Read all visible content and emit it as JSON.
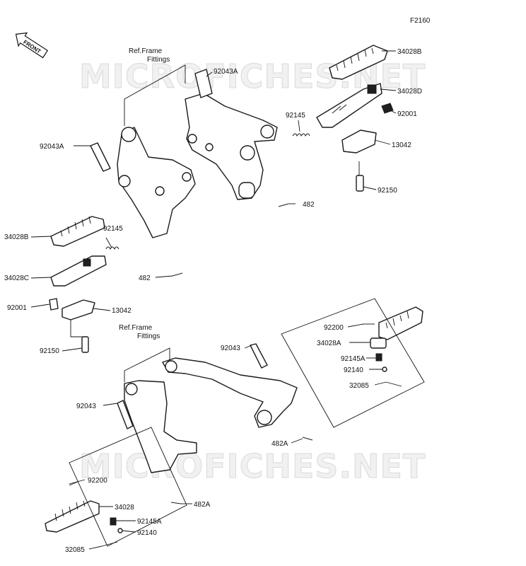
{
  "figure_code": "F2160",
  "front_tag": "FRONT",
  "watermark": "MICROFICHES.NET",
  "ref_frame_upper": [
    "Ref.Frame",
    "Fittings"
  ],
  "ref_frame_lower": [
    "Ref.Frame",
    "Fittings"
  ],
  "labels": {
    "l_92043A_top": "92043A",
    "l_34028B_r": "34028B",
    "l_34028D": "34028D",
    "l_92145_r": "92145",
    "l_92001_r": "92001",
    "l_13042_r": "13042",
    "l_92150_r": "92150",
    "l_482_r": "482",
    "l_92043A_left": "92043A",
    "l_92145_l": "92145",
    "l_34028B_l": "34028B",
    "l_34028C": "34028C",
    "l_482_l": "482",
    "l_92001_l": "92001",
    "l_13042_l": "13042",
    "l_92150_l": "92150",
    "l_92043_mid": "92043",
    "l_92200_r": "92200",
    "l_34028A": "34028A",
    "l_92145A_r": "92145A",
    "l_92140_r": "92140",
    "l_32085_r": "32085",
    "l_92043_left": "92043",
    "l_482A_r": "482A",
    "l_92200_l": "92200",
    "l_34028": "34028",
    "l_482A_l": "482A",
    "l_92145A_l": "92145A",
    "l_92140_l": "92140",
    "l_32085_l": "32085"
  }
}
